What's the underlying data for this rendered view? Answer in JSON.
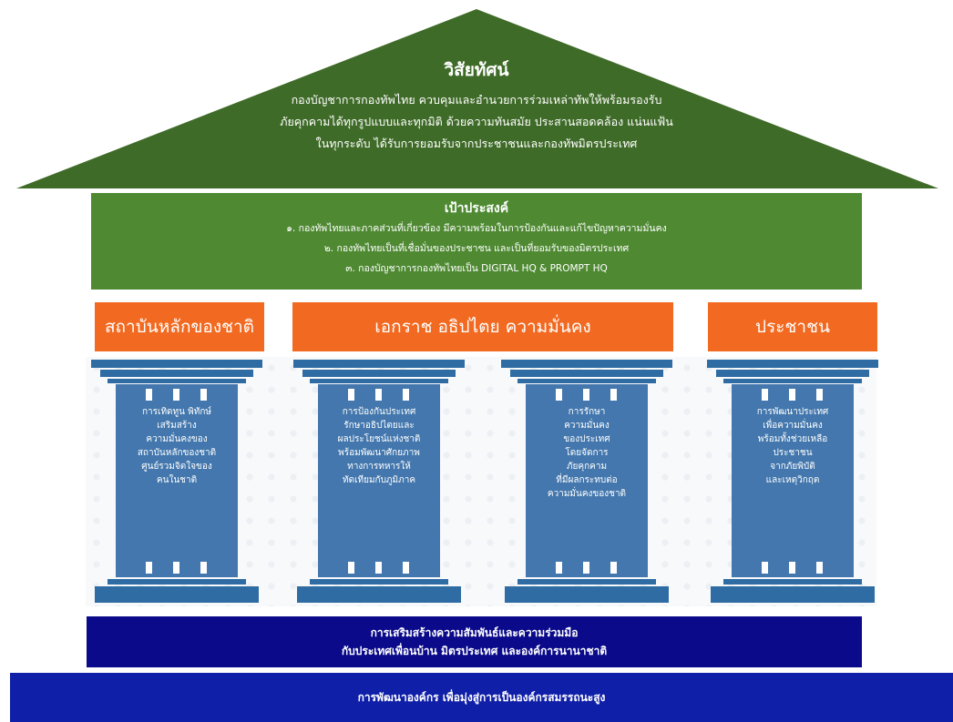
{
  "vision": {
    "title": "วิสัยทัศน์",
    "lines": [
      "กองบัญชาการกองทัพไทย ควบคุมและอำนวยการร่วมเหล่าทัพให้พร้อมรองรับ",
      "ภัยคุกคามได้ทุกรูปแบบและทุกมิติ ด้วยความทันสมัย ประสานสอดคล้อง แน่นแฟ้น",
      "ในทุกระดับ ได้รับการยอมรับจากประชาชนและกองทัพมิตรประเทศ"
    ]
  },
  "goals": {
    "title": "เป้าประสงค์",
    "items": [
      "๑. กองทัพไทยและภาคส่วนที่เกี่ยวข้อง มีความพร้อมในการป้องกันและแก้ไขปัญหาความมั่นคง",
      "๒. กองทัพไทยเป็นที่เชื่อมั่นของประชาชน และเป็นที่ยอมรับของมิตรประเทศ",
      "๓. กองบัญชาการกองทัพไทยเป็น DIGITAL HQ & PROMPT HQ"
    ]
  },
  "headers": [
    "สถาบันหลักของชาติ",
    "เอกราช อธิปไตย ความมั่นคง",
    "ประชาชน"
  ],
  "pillars": [
    "การเทิดทูน พิทักษ์\nเสริมสร้าง\nความมั่นคงของ\nสถาบันหลักของชาติ\nศูนย์รวมจิตใจของ\nคนในชาติ",
    "การป้องกันประเทศ\nรักษาอธิปไตยและ\nผลประโยชน์แห่งชาติ\nพร้อมพัฒนาศักยภาพ\nทางการทหารให้\nทัดเทียมกับภูมิภาค",
    "การรักษา\nความมั่นคง\nของประเทศ\nโดยจัดการ\nภัยคุกคาม\nที่มีผลกระทบต่อ\nความมั่นคงของชาติ",
    "การพัฒนาประเทศ\nเพื่อความมั่นคง\nพร้อมทั้งช่วยเหลือ\nประชาชน\nจากภัยพิบัติ\nและเหตุวิกฤต"
  ],
  "cooperation": {
    "lines": [
      "การเสริมสร้างความสัมพันธ์และความร่วมมือ",
      "กับประเทศเพื่อนบ้าน มิตรประเทศ และองค์การนานาชาติ"
    ]
  },
  "development": "การพัฒนาองค์กร เพื่อมุ่งสู่การเป็นองค์กรสมรรถนะสูง",
  "colors": {
    "roof": "#3f6b28",
    "goals": "#4f8a33",
    "header": "#f26a21",
    "pillar": "#4377ad",
    "pillar_dark": "#2f6ca3",
    "cooperation": "#0a0a8a",
    "development": "#0f1fa8"
  }
}
